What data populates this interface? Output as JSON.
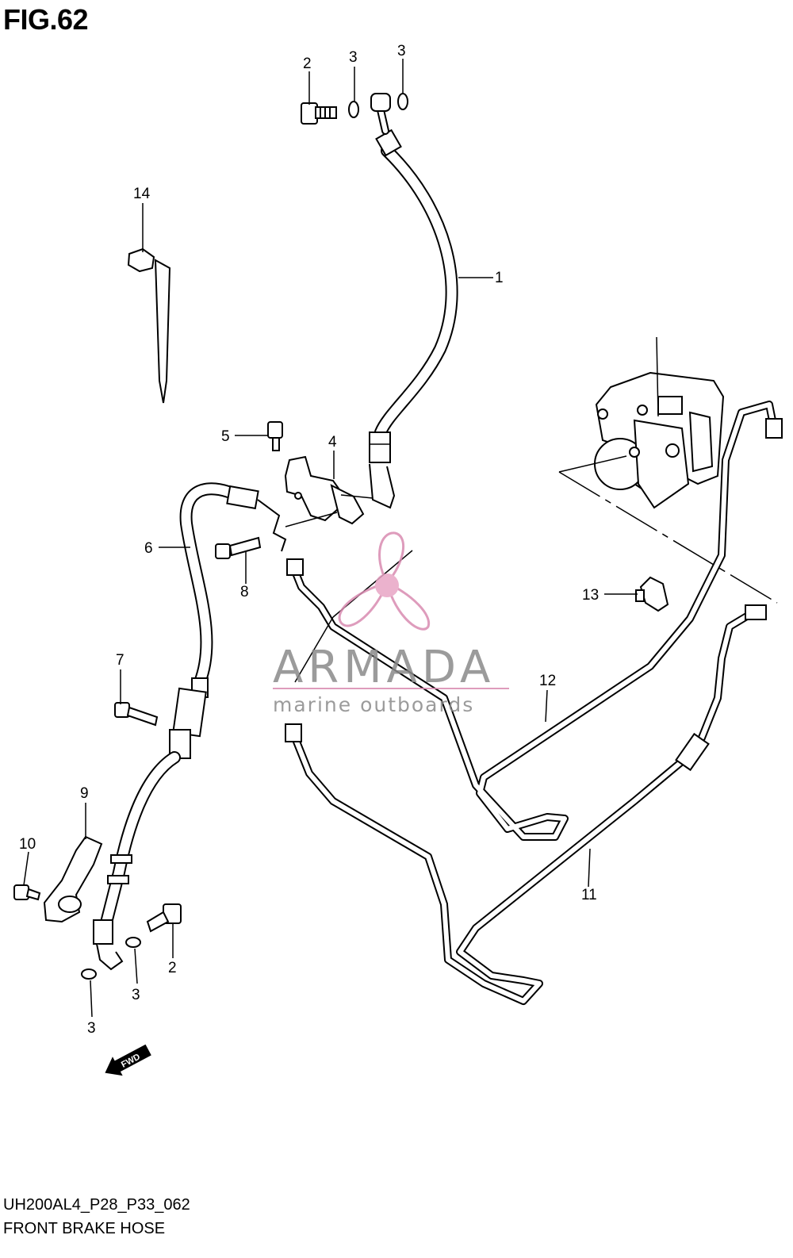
{
  "figure": {
    "title": "FIG.62"
  },
  "callouts": {
    "c1": "1",
    "c2a": "2",
    "c2b": "2",
    "c3a": "3",
    "c3b": "3",
    "c3c": "3",
    "c3d": "3",
    "c4": "4",
    "c5": "5",
    "c6": "6",
    "c7": "7",
    "c8": "8",
    "c9": "9",
    "c10": "10",
    "c11": "11",
    "c12": "12",
    "c13": "13",
    "c14": "14"
  },
  "direction_arrow": {
    "label": "FWD"
  },
  "watermark": {
    "brand": "ARMADA",
    "tagline": "marine outboards",
    "color": "#d98bb1"
  },
  "footer": {
    "code": "UH200AL4_P28_P33_062",
    "name": "FRONT BRAKE HOSE"
  }
}
